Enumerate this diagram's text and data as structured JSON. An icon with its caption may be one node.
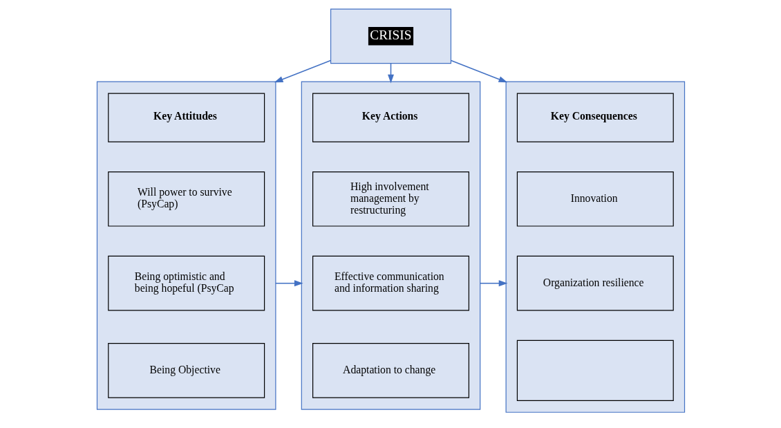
{
  "diagram": {
    "nodes": [
      {
        "text": [
          "CRISIS"
        ]
      },
      {
        "text": [],
        "shape": "box"
      },
      {
        "text": [
          "Key Attitudes"
        ],
        "in": 1
      },
      {
        "text": [
          "Will power to survive (PsyCap)"
        ],
        "in": 1
      },
      {
        "text": [
          "Being optimistic and being hopeful (PsyCap"
        ],
        "in": 1
      },
      {
        "text": [
          "Being Objective"
        ],
        "in": 1
      },
      {
        "text": [],
        "shape": "box"
      },
      {
        "text": [
          "Key Actions"
        ],
        "in": 6
      },
      {
        "text": [
          "High involvement management by restructuring"
        ],
        "in": 6
      },
      {
        "text": [
          "Effective communication and information sharing"
        ],
        "in": 6
      },
      {
        "text": [
          "Adaptation to change"
        ],
        "in": 6
      },
      {
        "text": [],
        "shape": "box"
      },
      {
        "text": [
          "Key Consequences"
        ],
        "in": 11
      },
      {
        "text": [
          "Innovation"
        ],
        "in": 11
      },
      {
        "text": [
          "Organization resilience"
        ],
        "in": 11
      },
      {
        "text": [],
        "shape": "box",
        "in": 11
      }
    ],
    "edges": [
      {
        "from": 0,
        "to": 1,
        "arrow": "to"
      },
      {
        "from": 0,
        "to": 6,
        "arrow": "to"
      },
      {
        "from": 0,
        "to": 11,
        "arrow": "to"
      },
      {
        "from": 1,
        "to": 6,
        "arrow": "to"
      },
      {
        "from": 6,
        "to": 11,
        "arrow": "to"
      }
    ]
  }
}
